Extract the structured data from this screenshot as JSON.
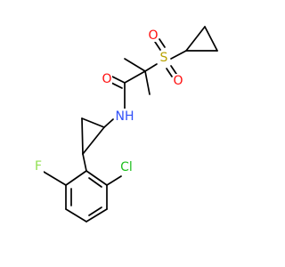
{
  "molecule": {
    "atom_labels": {
      "oxygen_sulfonyl_upper": "O",
      "sulfur": "S",
      "oxygen_sulfonyl_lower": "O",
      "oxygen_carbonyl": "O",
      "amide_nh": "NH",
      "fluorine": "F",
      "chlorine": "Cl"
    },
    "colors": {
      "bond": "#000000",
      "oxygen": "#ff0d0d",
      "sulfur": "#b8a200",
      "nitrogen": "#3050f8",
      "fluorine": "#90e050",
      "chlorine": "#1fbf1f"
    }
  }
}
